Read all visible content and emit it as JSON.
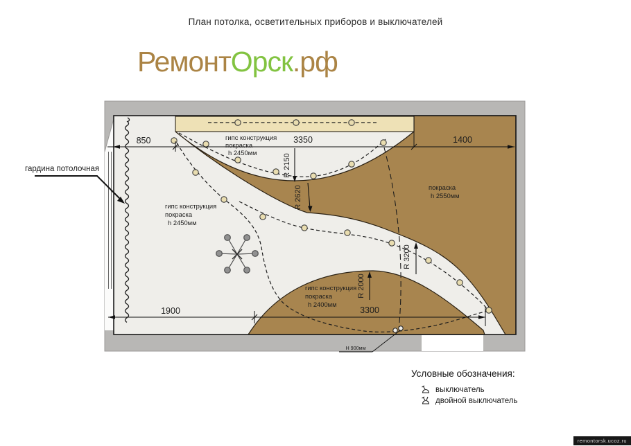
{
  "page": {
    "title": "План потолка, осветительных приборов и выключателей"
  },
  "logo": {
    "part1": "Ремонт",
    "part2": "Орск",
    "part3": ".рф",
    "brown": "#ab8445",
    "green": "#82c341"
  },
  "plan": {
    "labels": {
      "curtain": "гардина потолочная",
      "gypsum_top": [
        "гипс конструкция",
        "покраска",
        "h 2450мм"
      ],
      "gypsum_left": [
        "гипс конструкция",
        "покраска",
        "h 2450мм"
      ],
      "gypsum_bottom": [
        "гипс конструкция",
        "покраска",
        "h 2400мм"
      ],
      "paint_right": [
        "покраска",
        "h 2550мм"
      ],
      "height_note": "Н 900мм"
    },
    "dimensions": {
      "top": [
        "850",
        "3350",
        "1400"
      ],
      "bottom": [
        "1900",
        "3300"
      ],
      "radii": [
        "R 2150",
        "R 2620",
        "R 3200",
        "R 2000"
      ]
    },
    "colors": {
      "wall_gray": "#b8b7b5",
      "room_fill": "#efeeea",
      "brown_region": "#a8854f",
      "cream_band": "#eee1b6",
      "lamp_fill": "#e9ddb0"
    },
    "icons": {
      "lamp": "lamp-icon",
      "chandelier": "chandelier-icon",
      "switch": "switch-icon",
      "double_switch": "double-switch-icon"
    }
  },
  "legend": {
    "heading": "Условные обозначения:",
    "items": [
      {
        "label": "выключатель"
      },
      {
        "label": "двойной выключатель"
      }
    ]
  },
  "watermark": "remontorsk.ucoz.ru"
}
